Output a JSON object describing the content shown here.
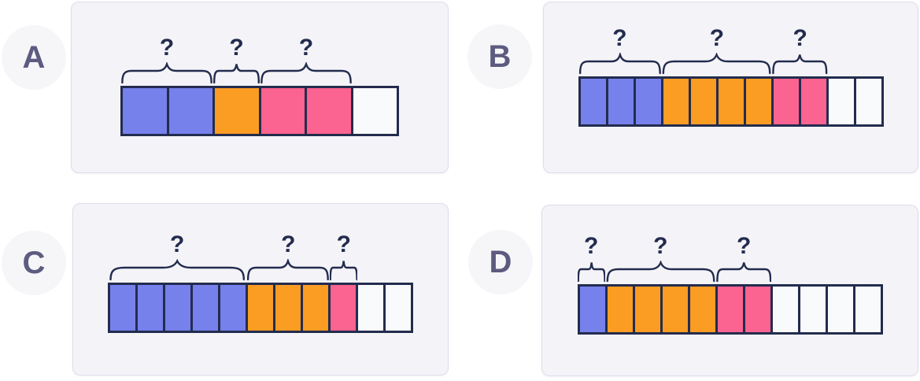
{
  "colors": {
    "blue": "#7681ec",
    "orange": "#fb9c23",
    "pink": "#fb6390",
    "empty": "#f9fafc",
    "outline": "#232c4e",
    "card_bg": "#f4f4f8",
    "card_border": "#dddcec",
    "badge_bg": "#f6f6f9",
    "badge_text": "#5d5b80",
    "page_bg": "#ffffff"
  },
  "panels": [
    {
      "label": "A",
      "total_cells": 6,
      "segments": [
        {
          "color": "blue",
          "count": 2,
          "brace_label": "?"
        },
        {
          "color": "orange",
          "count": 1,
          "brace_label": "?"
        },
        {
          "color": "pink",
          "count": 2,
          "brace_label": "?"
        },
        {
          "color": "empty",
          "count": 1,
          "brace_label": null
        }
      ]
    },
    {
      "label": "B",
      "total_cells": 11,
      "segments": [
        {
          "color": "blue",
          "count": 3,
          "brace_label": "?"
        },
        {
          "color": "orange",
          "count": 4,
          "brace_label": "?"
        },
        {
          "color": "pink",
          "count": 2,
          "brace_label": "?"
        },
        {
          "color": "empty",
          "count": 2,
          "brace_label": null
        }
      ]
    },
    {
      "label": "C",
      "total_cells": 11,
      "segments": [
        {
          "color": "blue",
          "count": 5,
          "brace_label": "?"
        },
        {
          "color": "orange",
          "count": 3,
          "brace_label": "?"
        },
        {
          "color": "pink",
          "count": 1,
          "brace_label": "?"
        },
        {
          "color": "empty",
          "count": 2,
          "brace_label": null
        }
      ]
    },
    {
      "label": "D",
      "total_cells": 11,
      "segments": [
        {
          "color": "blue",
          "count": 1,
          "brace_label": "?"
        },
        {
          "color": "orange",
          "count": 4,
          "brace_label": "?"
        },
        {
          "color": "pink",
          "count": 2,
          "brace_label": "?"
        },
        {
          "color": "empty",
          "count": 4,
          "brace_label": null
        }
      ]
    }
  ]
}
